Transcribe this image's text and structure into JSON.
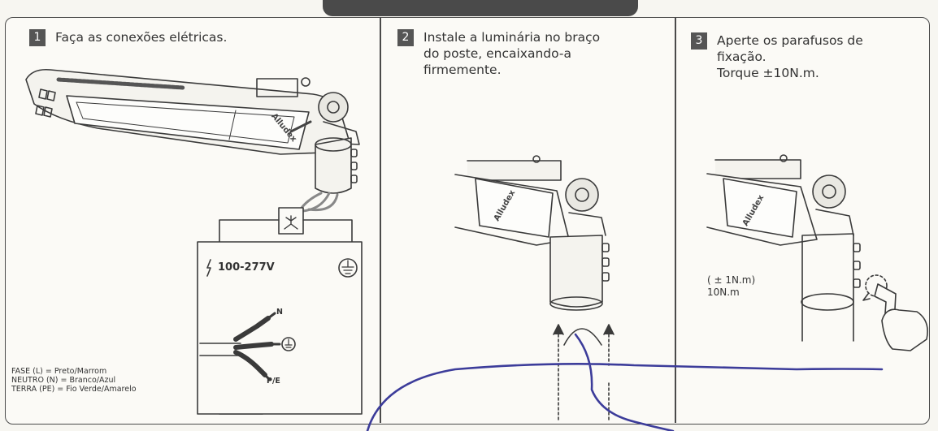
{
  "steps": [
    {
      "number": "1",
      "text": "Faça as conexões elétricas."
    },
    {
      "number": "2",
      "text": "Instale a luminária no braço\ndo poste, encaixando-a\nfirmemente."
    },
    {
      "number": "3",
      "text": "Aperte os parafusos de\nfixação.\nTorque ±10N.m."
    }
  ],
  "panel1": {
    "voltage": "100-277V",
    "wire_n": "N",
    "wire_pe": "P/E",
    "legend": [
      "FASE (L) = Preto/Marrom",
      "NEUTRO (N) = Branco/Azul",
      "TERRA (PE) = Fio Verde/Amarelo"
    ]
  },
  "panel3": {
    "torque_line1": "( ± 1N.m)",
    "torque_line2": "10N.m"
  },
  "brand": "Alludex"
}
